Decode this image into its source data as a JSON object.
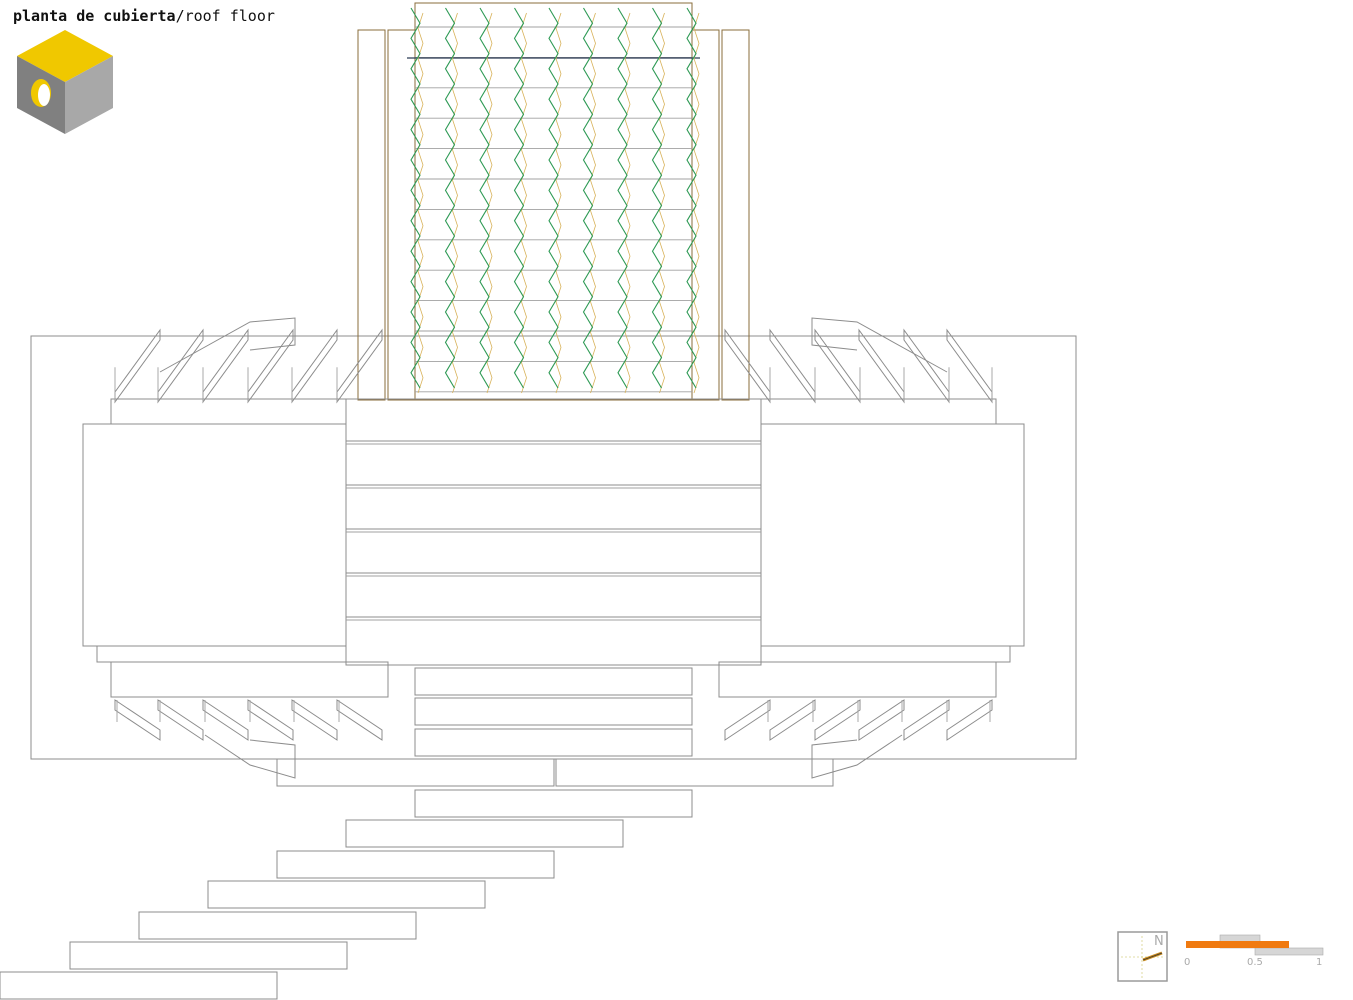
{
  "title": {
    "bold": "planta de cubierta",
    "separator": "/",
    "regular": "roof floor"
  },
  "logo": {
    "icon": "yellow-top-cube-icon",
    "top_color": "#f0c800",
    "side_color": "#a8a8a8",
    "front_color": "#808080",
    "hole_color": "#f0c800"
  },
  "north": {
    "letter": "N",
    "icon": "north-arrow-icon",
    "needle_color": "#c98a1c"
  },
  "scale_bar": {
    "labels": [
      "0",
      "0.5",
      "1"
    ],
    "bar_color": "#f07a10",
    "bar_secondary_color": "#d6d6d6"
  },
  "colors": {
    "grid_green": "#2e9a55",
    "frame_brown": "#8a6d3b",
    "outline_gray": "#8c8c8c"
  }
}
